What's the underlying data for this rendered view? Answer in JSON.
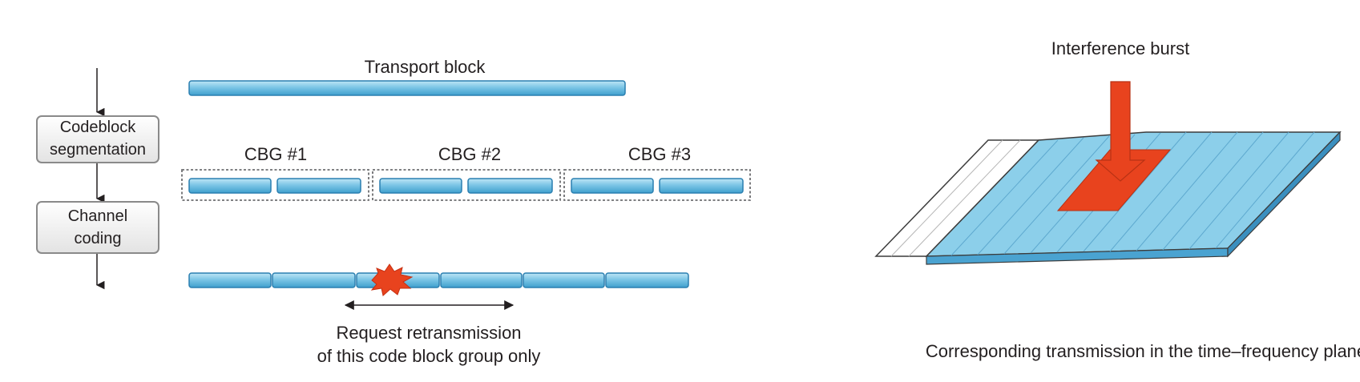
{
  "left_diagram": {
    "process_steps": [
      {
        "line1": "Codeblock",
        "line2": "segmentation"
      },
      {
        "line1": "Channel",
        "line2": "coding"
      }
    ],
    "transport_block_label": "Transport block",
    "cbg_labels": [
      "CBG #1",
      "CBG #2",
      "CBG #3"
    ],
    "request_line1": "Request retransmission",
    "request_line2": "of this code block group only"
  },
  "right_diagram": {
    "interference_label": "Interference burst",
    "caption": "Corresponding transmission in the time–frequency plane"
  },
  "colors": {
    "block_fill": "#7cc6e6",
    "block_stroke": "#2a7fb0",
    "burst": "#e8431e",
    "plane_fill": "#8ccfea"
  }
}
